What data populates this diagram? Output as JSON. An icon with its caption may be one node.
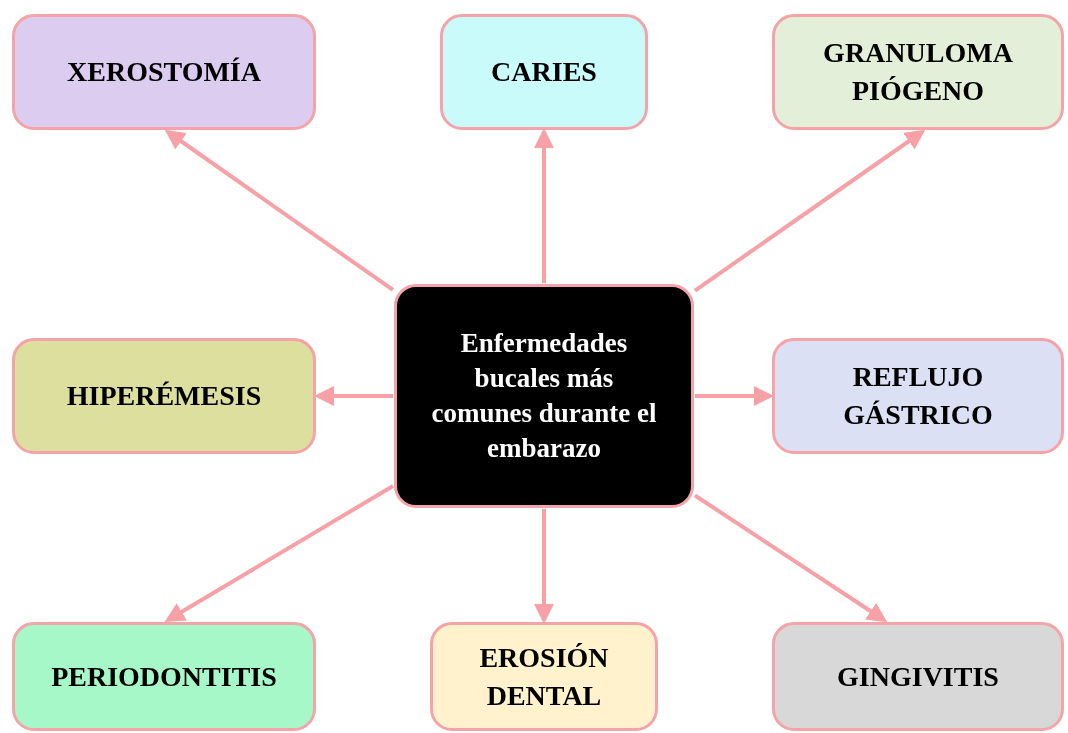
{
  "diagram": {
    "nodes": [
      {
        "text": [
          "XEROSTOMÍA"
        ]
      },
      {
        "text": [
          "CARIES"
        ]
      },
      {
        "text": [
          "GRANULOMA PIÓGENO"
        ]
      },
      {
        "text": [
          "HIPERÉMESIS"
        ]
      },
      {
        "text": [
          "Enfermedades bucales más comunes durante el embarazo"
        ]
      },
      {
        "text": [
          "REFLUJO GÁSTRICO"
        ]
      },
      {
        "text": [
          "PERIODONTITIS"
        ]
      },
      {
        "text": [
          "EROSIÓN DENTAL"
        ]
      },
      {
        "text": [
          "GINGIVITIS"
        ]
      }
    ],
    "edges": [
      {
        "from": 4,
        "to": 0,
        "arrow": "to"
      },
      {
        "from": 4,
        "to": 1,
        "arrow": "to"
      },
      {
        "from": 4,
        "to": 2,
        "arrow": "to"
      },
      {
        "from": 4,
        "to": 3,
        "arrow": "to"
      },
      {
        "from": 4,
        "to": 5,
        "arrow": "to"
      },
      {
        "from": 4,
        "to": 6,
        "arrow": "to"
      },
      {
        "from": 4,
        "to": 7,
        "arrow": "to"
      },
      {
        "from": 4,
        "to": 8,
        "arrow": "to"
      }
    ]
  }
}
